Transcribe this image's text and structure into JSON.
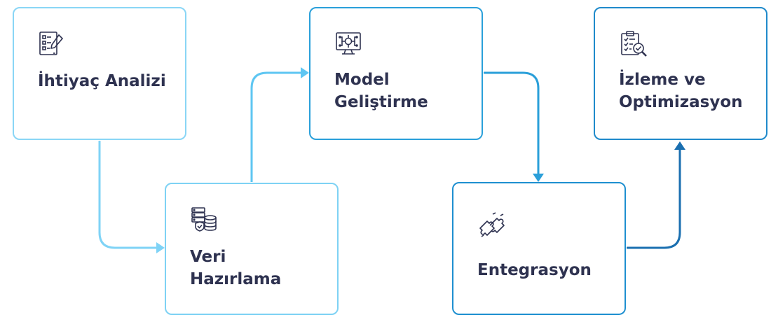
{
  "steps": [
    {
      "id": "ihtiyac-analizi",
      "lines": [
        "İhtiyaç Analizi"
      ],
      "icon": "checklist-edit-icon",
      "border_color": "#8ad6f6"
    },
    {
      "id": "veri-hazirlama",
      "lines": [
        "Veri",
        "Hazırlama"
      ],
      "icon": "database-shield-icon",
      "border_color": "#7ed2f4"
    },
    {
      "id": "model-gelistirme",
      "lines": [
        "Model",
        "Geliştirme"
      ],
      "icon": "monitor-circuit-icon",
      "border_color": "#2aa0da"
    },
    {
      "id": "entegrasyon",
      "lines": [
        "Entegrasyon"
      ],
      "icon": "puzzle-pieces-icon",
      "border_color": "#1e8fd0"
    },
    {
      "id": "izleme-optimizasyon",
      "lines": [
        "İzleme ve",
        "Optimizasyon"
      ],
      "icon": "clipboard-magnifier-icon",
      "border_color": "#1f8acb"
    }
  ],
  "connectors": [
    {
      "from": "ihtiyac-analizi",
      "to": "veri-hazirlama",
      "color": "#7fd3f6"
    },
    {
      "from": "veri-hazirlama",
      "to": "model-gelistirme",
      "color": "#5ec6f2"
    },
    {
      "from": "model-gelistirme",
      "to": "entegrasyon",
      "color": "#2a9fd9"
    },
    {
      "from": "entegrasyon",
      "to": "izleme-optimizasyon",
      "color": "#1a6fb0"
    }
  ],
  "colors": {
    "text": "#2e3250",
    "icon": "#2e3250"
  }
}
